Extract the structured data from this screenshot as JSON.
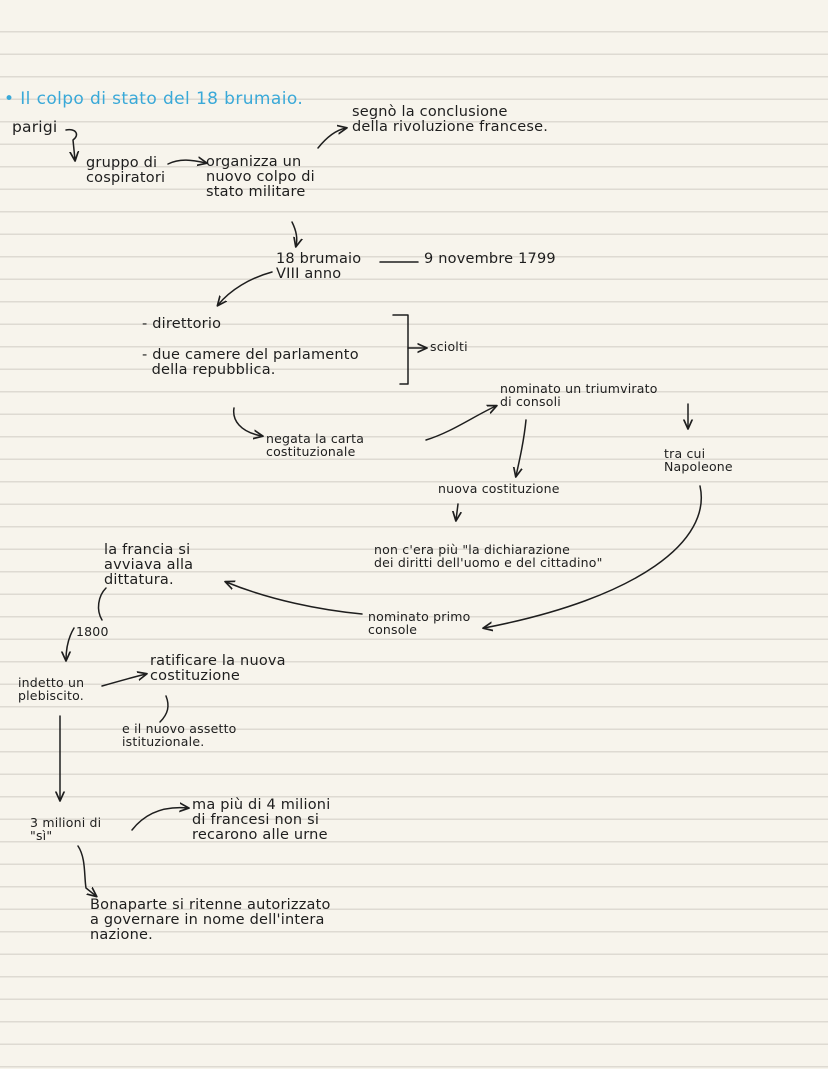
{
  "title": "• Il colpo di stato del 18 brumaio.",
  "notes": {
    "parigi": "parigi",
    "gruppo": "gruppo di\ncospiratori",
    "organizza": "organizza un\nnuovo colpo di\nstato militare",
    "segno": "segnò la conclusione\ndella rivoluzione francese.",
    "brumaio": "18 brumaio\nVIII anno",
    "novembre": "9 novembre 1799",
    "direttorio": "- direttorio",
    "camere": "- due camere del parlamento\n  della repubblica.",
    "sciolti": "sciolti",
    "triumvirato": "nominato un triumvirato\ndi consoli",
    "negata": "negata la carta\ncostituzionale",
    "tra_cui": "tra cui\nNapoleone",
    "nuova_cost": "nuova costituzione",
    "non_cera": "non c'era più \"la dichiarazione\ndei diritti dell'uomo e del cittadino\"",
    "francia": "la francia si\navviava alla\ndittatura.",
    "primo_console": "nominato primo\nconsole",
    "anno_1800": "1800",
    "plebiscito": "indetto un\nplebiscito.",
    "ratificare": "ratificare la nuova\ncostituzione",
    "assetto": "e il nuovo assetto\nistituzionale.",
    "milioni_si": "3 milioni di\n\"sì\"",
    "milioni_no": "ma più di 4 milioni\ndi francesi non si\nrecarono alle urne",
    "bonaparte": "Bonaparte si ritenne autorizzato\na governare in nome dell'intera\nnazione."
  },
  "colors": {
    "title": "#3aa9d8",
    "ink": "#1e1e1e",
    "paper": "#f7f4ec",
    "rule": "#dedad2"
  }
}
